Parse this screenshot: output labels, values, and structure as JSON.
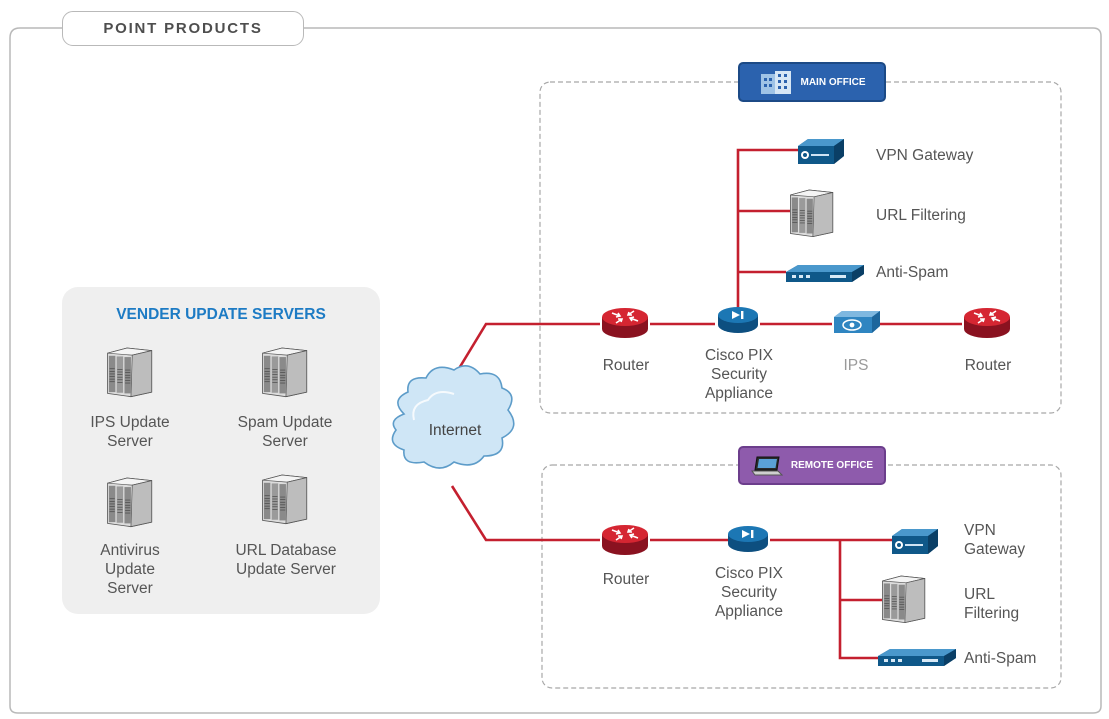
{
  "header": {
    "title": "POINT PRODUCTS"
  },
  "vendor": {
    "title": "VENDER UPDATE SERVERS",
    "servers": [
      {
        "label": "IPS Update Server",
        "line1": "IPS Update",
        "line2": "Server"
      },
      {
        "label": "Spam Update Server",
        "line1": "Spam Update",
        "line2": "Server"
      },
      {
        "label": "Antivirus Update Server",
        "line1": "Antivirus",
        "line2": "Update",
        "line3": "Server"
      },
      {
        "label": "URL Database Update Server",
        "line1": "URL Database",
        "line2": "Update Server"
      }
    ]
  },
  "internet": {
    "label": "Internet"
  },
  "main_office": {
    "tag": "MAIN OFFICE",
    "router_left": "Router",
    "pix": {
      "line1": "Cisco PIX",
      "line2": "Security",
      "line3": "Appliance"
    },
    "ips": "IPS",
    "router_right": "Router",
    "vpn": "VPN Gateway",
    "url": "URL Filtering",
    "spam": "Anti-Spam"
  },
  "remote_office": {
    "tag": "REMOTE OFFICE",
    "router": "Router",
    "pix": {
      "line1": "Cisco PIX",
      "line2": "Security",
      "line3": "Appliance"
    },
    "vpn": {
      "line1": "VPN",
      "line2": "Gateway"
    },
    "url": {
      "line1": "URL",
      "line2": "Filtering"
    },
    "spam": "Anti-Spam"
  },
  "colors": {
    "link": "#c4202f",
    "vendor_title": "#1d7bc4",
    "main_tag": "#2b62ae",
    "remote_tag": "#8e5bac",
    "device_blue": "#1c6fa8"
  },
  "icons": [
    "server-icon",
    "router-icon",
    "cloud-icon",
    "pix-icon",
    "ips-icon",
    "vpn-icon",
    "appliance-icon",
    "building-icon",
    "laptop-icon"
  ]
}
